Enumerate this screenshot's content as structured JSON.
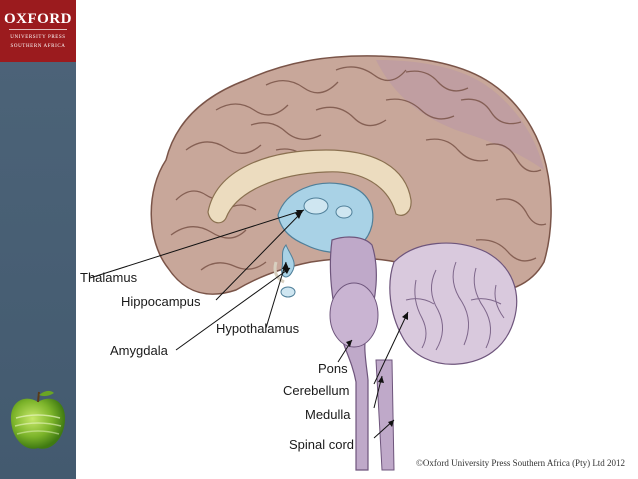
{
  "logo": {
    "title": "OXFORD",
    "subtitle_line1": "UNIVERSITY PRESS",
    "subtitle_line2": "SOUTHERN AFRICA"
  },
  "labels": {
    "thalamus": "Thalamus",
    "hippocampus": "Hippocampus",
    "hypothalamus": "Hypothalamus",
    "amygdala": "Amygdala",
    "pons": "Pons",
    "cerebellum": "Cerebellum",
    "medulla": "Medulla",
    "spinal_cord": "Spinal cord"
  },
  "copyright": "©Oxford University Press Southern Africa (Pty) Ltd 2012",
  "colors": {
    "logo_red": "#9b1b1e",
    "sidebar_slate": "#4d6479",
    "cortex": "#c8a79a",
    "ventricle": "#a9d2e6",
    "brainstem": "#bfa9c9",
    "cerebellum": "#d9c9dd",
    "corpus_callosum": "#ecdcbf"
  },
  "icons": [
    "apple-icon"
  ]
}
